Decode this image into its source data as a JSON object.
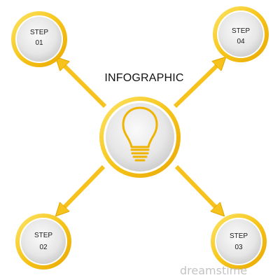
{
  "title": "INFOGRAPHIC",
  "steps": [
    {
      "word": "STEP",
      "number": "01"
    },
    {
      "word": "STEP",
      "number": "02"
    },
    {
      "word": "STEP",
      "number": "03"
    },
    {
      "word": "STEP",
      "number": "04"
    }
  ],
  "watermark": "dreamstime",
  "center_icon": "lightbulb-icon",
  "colors": {
    "ring_outer": "#f2b705",
    "ring_inner": "#fbe05a",
    "arrow": "#f7c21b",
    "arrow_edge": "#e2a800",
    "disc_light": "#f5f5f5",
    "disc_dark": "#cfcfcf",
    "bulb": "#f0b400"
  }
}
